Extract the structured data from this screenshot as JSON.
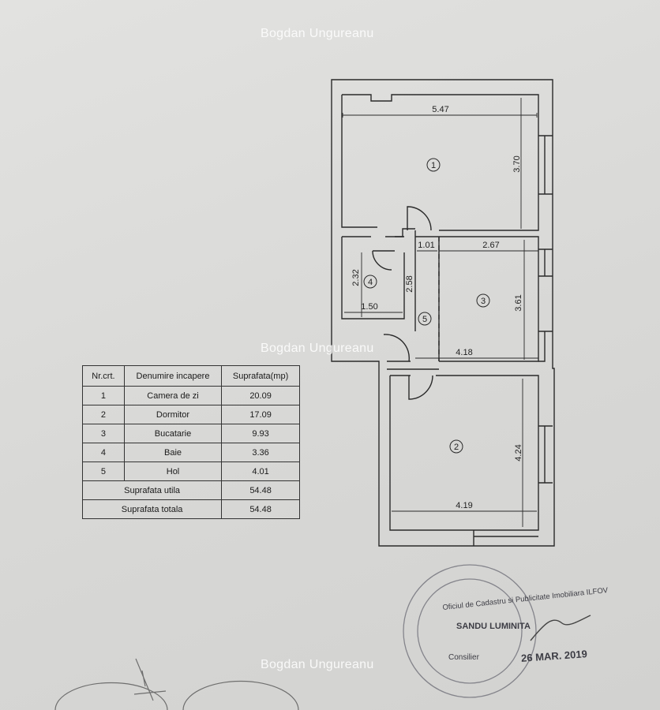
{
  "watermark": "Bogdan Ungureanu",
  "plan": {
    "rooms": [
      {
        "number": "1",
        "width_label": "5.47",
        "height_label": "3.70"
      },
      {
        "number": "2",
        "width_label": "4.19",
        "height_label": "4.24"
      },
      {
        "number": "3",
        "width_label": "2.67",
        "height_label": "3.61"
      },
      {
        "number": "4",
        "width_label": "1.50",
        "height_label": "2.32"
      },
      {
        "number": "5",
        "width_label": "1.01",
        "height_label": "2.58"
      }
    ],
    "extra_dimension": "4.18"
  },
  "table": {
    "headers": [
      "Nr.crt.",
      "Denumire incapere",
      "Suprafata(mp)"
    ],
    "rows": [
      {
        "nr": "1",
        "name": "Camera de zi",
        "area": "20.09"
      },
      {
        "nr": "2",
        "name": "Dormitor",
        "area": "17.09"
      },
      {
        "nr": "3",
        "name": "Bucatarie",
        "area": "9.93"
      },
      {
        "nr": "4",
        "name": "Baie",
        "area": "3.36"
      },
      {
        "nr": "5",
        "name": "Hol",
        "area": "4.01"
      }
    ],
    "totals": [
      {
        "label": "Suprafata utila",
        "value": "54.48"
      },
      {
        "label": "Suprafata totala",
        "value": "54.48"
      }
    ]
  },
  "stamp": {
    "office": "Oficiul de Cadastru si Publicitate Imobiliara ILFOV",
    "person": "SANDU LUMINITA",
    "role": "Consilier",
    "date": "26 MAR. 2019"
  },
  "colors": {
    "ink": "#2a2a2a",
    "stamp": "#5a5a66",
    "watermark": "#ffffff"
  }
}
